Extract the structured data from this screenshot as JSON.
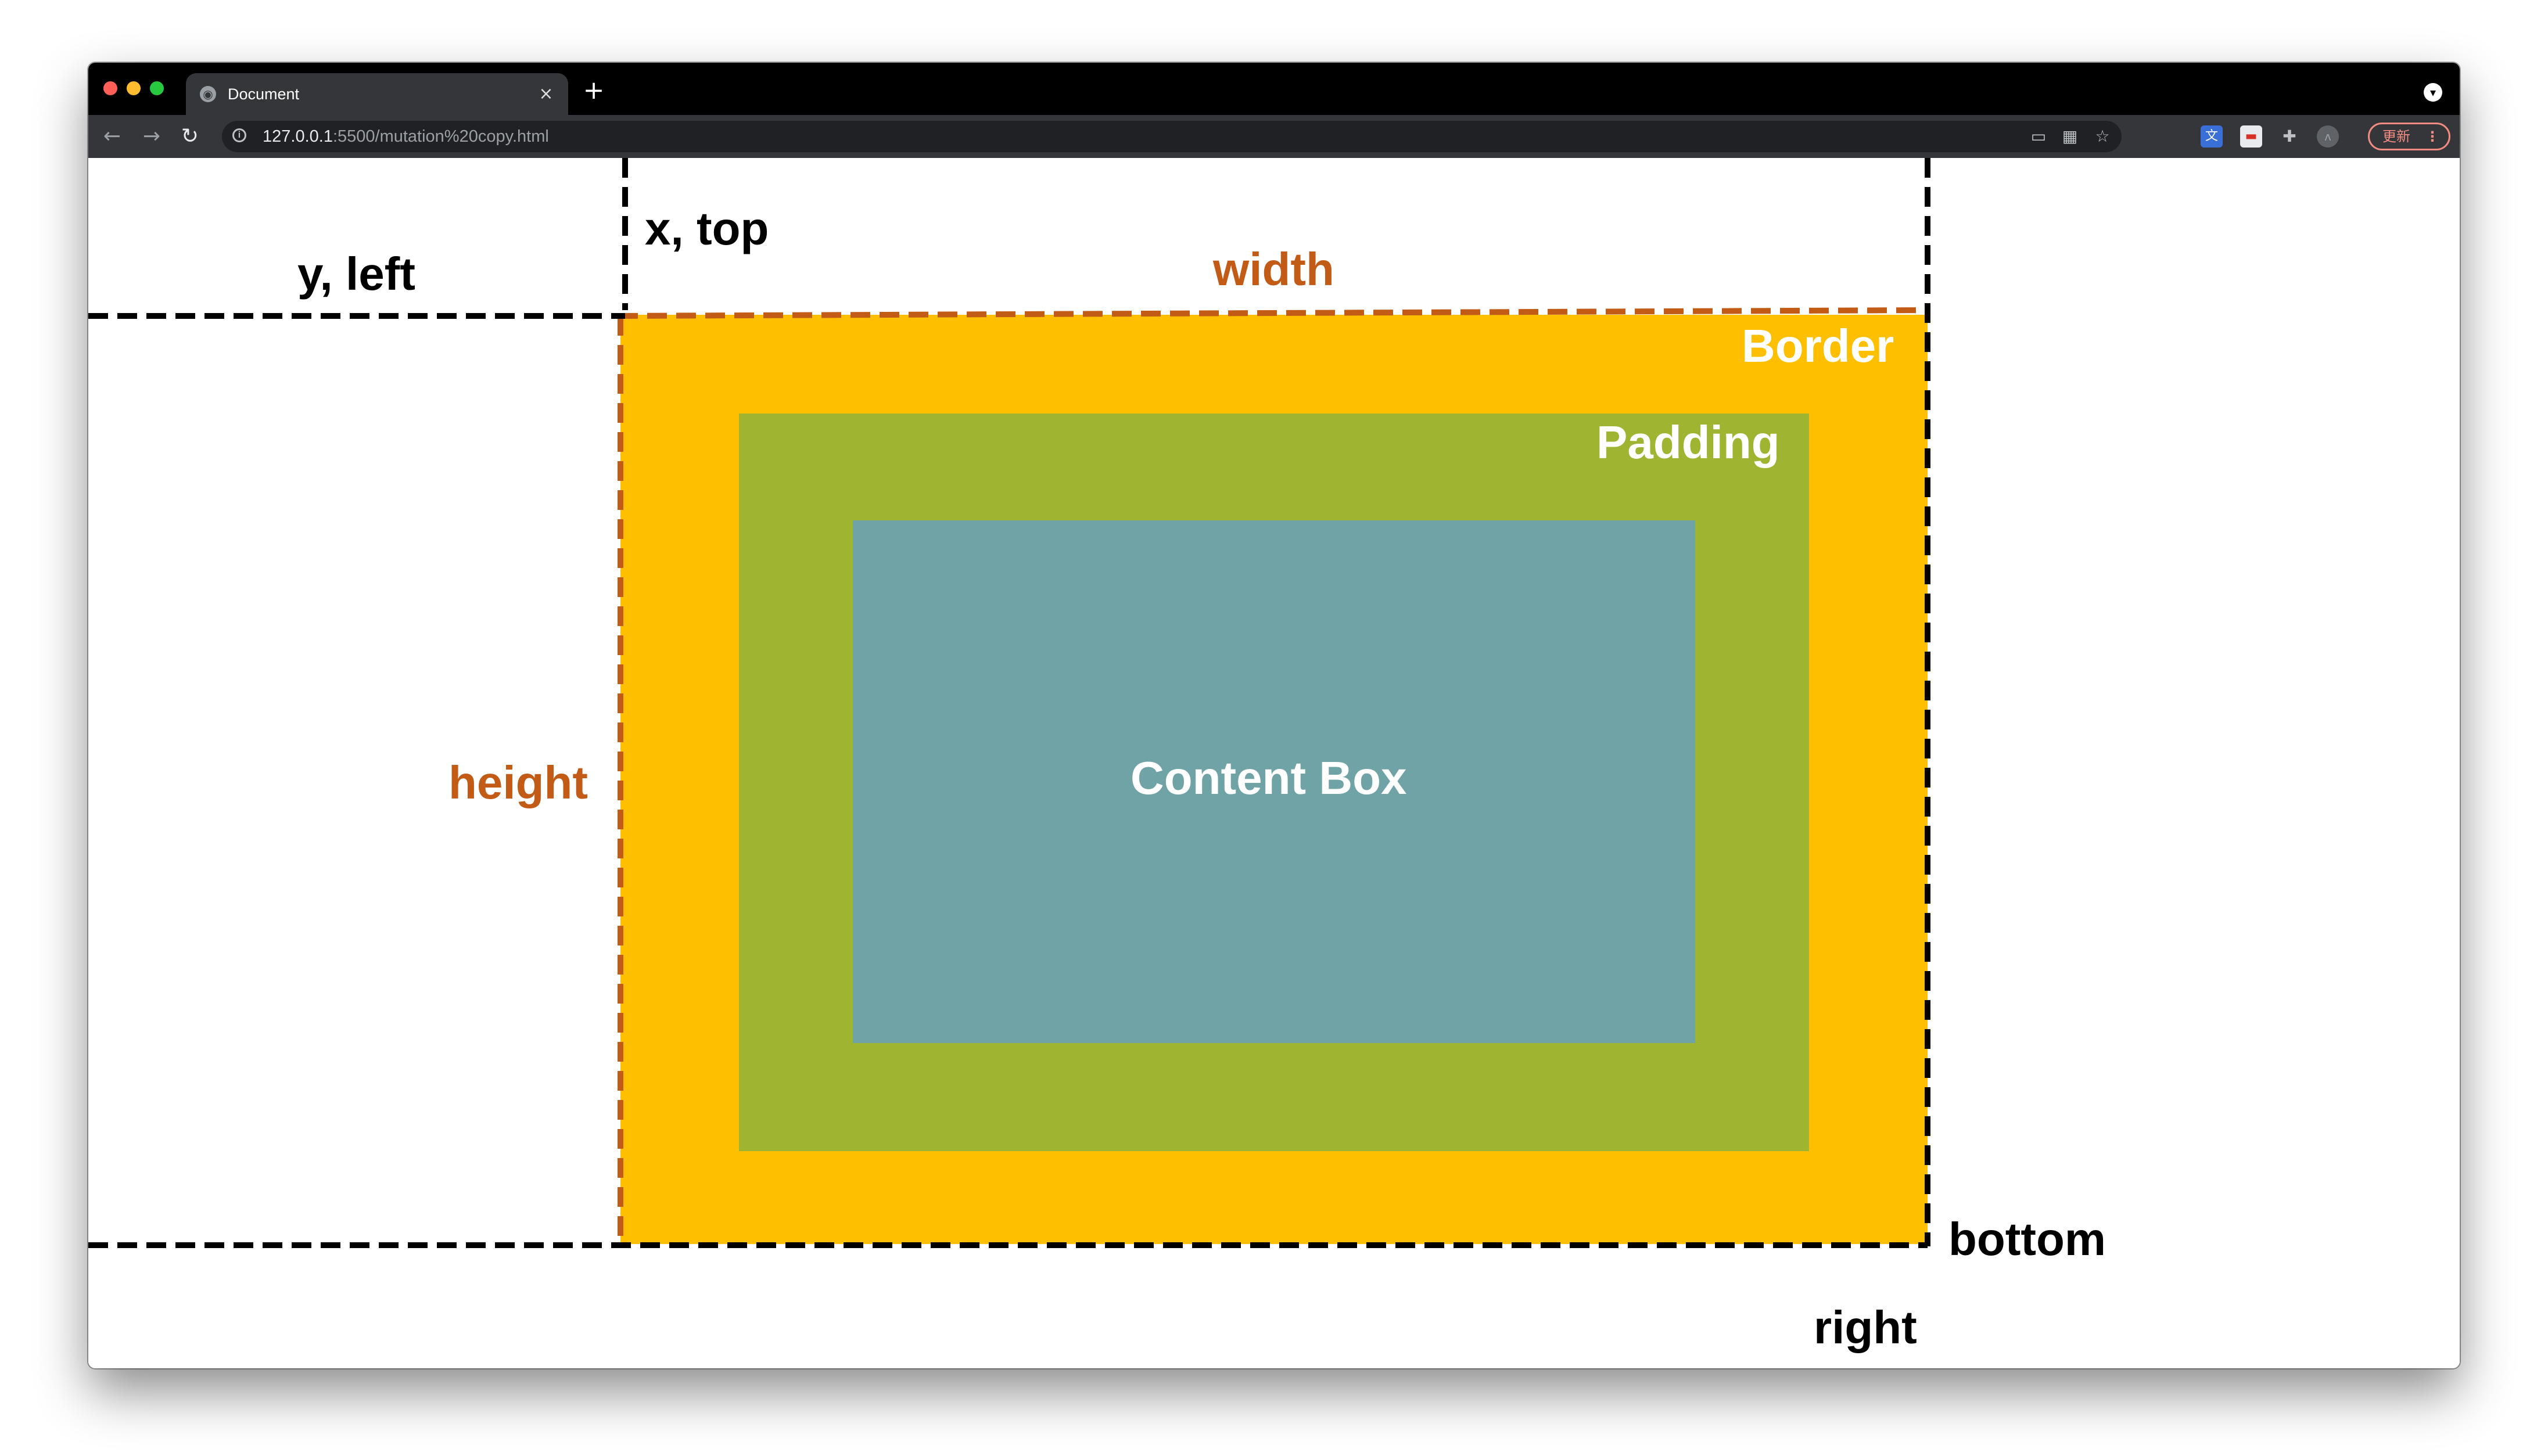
{
  "browser": {
    "tab": {
      "title": "Document",
      "favicon": "globe-icon",
      "close": "×"
    },
    "new_tab": "+",
    "address": {
      "host": "127.0.0.1",
      "path": ":5500/mutation%20copy.html"
    },
    "update_button": {
      "label": "更新",
      "menu": "⋮"
    },
    "icons": [
      "back-arrow-icon",
      "forward-arrow-icon",
      "reload-icon",
      "site-info-icon",
      "cast-icon",
      "qr-code-icon",
      "bookmark-star-icon",
      "translate-extension-icon",
      "clipper-extension-icon",
      "extensions-puzzle-icon",
      "profile-icon",
      "profile-menu-icon"
    ]
  },
  "diagram": {
    "labels": {
      "y_left": "y, left",
      "x_top": "x, top",
      "width": "width",
      "height": "height",
      "border": "Border",
      "padding": "Padding",
      "content": "Content Box",
      "bottom": "bottom",
      "right": "right"
    },
    "colors": {
      "border": "#fdbf00",
      "padding": "#9fb431",
      "content": "#6fa3a6",
      "guide_black": "#000000",
      "guide_orange": "#c25b16",
      "label_orange": "#c25b16",
      "label_white": "#ffffff"
    }
  }
}
